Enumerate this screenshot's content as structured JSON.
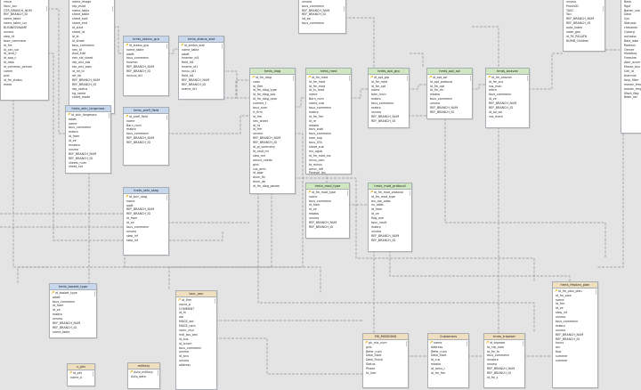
{
  "diagram": {
    "tables": [
      {
        "id": "t_top_left_a",
        "title": "",
        "color": "none",
        "rows": [
          "cmce",
          "Vbcc_acc",
          "GTR_BRANCH_NUM",
          "REF_BRANCH_ID",
          "name_table",
          "name_table_sur",
          "BUSINESSNAME",
          "unsmo",
          "step_ht",
          "towc_commero",
          "id_fnc",
          "id_can_sur",
          "id_land_f",
          "id_app_c",
          "id_laep",
          "id_common_person",
          "comm",
          "prid",
          "id_fm_status",
          "meeo"
        ]
      },
      {
        "id": "t_top_left_b",
        "title": "",
        "color": "none",
        "rows": [
          "name_image",
          "rep_eslot",
          "name_table",
          "sheet_table",
          "sheet_eart",
          "sheet_end",
          "id_start",
          "sheet_id",
          "id_st",
          "id_sheet",
          "tous_commenn",
          "nev_id",
          "Asst_Edd",
          "nen_sle_sheet",
          "rep_oriz_ssb",
          "rep_oriz_sses",
          "id_rel_id",
          "ref_idi",
          "REF_BRANCH_NUM",
          "REF_BRANCH_ID",
          "rep_status",
          "hg_name",
          "sheet_mode"
        ]
      },
      {
        "id": "t_top_mid",
        "title": "",
        "color": "none",
        "rows": [
          "unsmo",
          "tous_commenn",
          "REF_BRANCH_NUM",
          "REF_BRANCH_ID",
          "lid_ea",
          "tous_commenn"
        ]
      },
      {
        "id": "t_top_right",
        "title": "",
        "color": "none",
        "rows": [
          "unsmo",
          "ProvinID",
          "TASC",
          "Tscl",
          "REF_BRANCH_NUM",
          "REF_BRANCH_ID",
          "auto_index",
          "nade_gen",
          "id_FK_RELATN",
          "NUMB_Children"
        ]
      },
      {
        "id": "t_far_right",
        "title": "",
        "color": "none",
        "rows": [
          "Base",
          "Rgsf",
          "Batter_lum",
          "Date",
          "Syn",
          "Statusst",
          "cheventn",
          "Cyberg",
          "wchasss",
          "Bale_labe",
          "Rootsvs",
          "Oerver",
          "Moisiboy",
          "Freeshm",
          "Abkr_acum",
          "Mosac_bus",
          "Cell_id",
          "thannne",
          "fosp_filter",
          "maven_fress",
          "maven_fmg",
          "Mseh_flag",
          "Beak_rac"
        ]
      },
      {
        "id": "t_status_grp",
        "title": "hmts_status_grp",
        "color": "blue",
        "rows": [
          "id_status_grp",
          "name_table",
          "odatt",
          "tous_commenn",
          "hnamer",
          "REF_BRANCH_NUM",
          "REF_BRANCH_ID",
          "mnuuo_id1"
        ]
      },
      {
        "id": "t_status_stat",
        "title": "hmts_status_stat",
        "color": "blue",
        "rows": [
          "id_status_stat",
          "name_table",
          "odatt",
          "hnamer_id1",
          "field_id1",
          "hname_id1",
          "mnuu_id1",
          "field_id1",
          "REF_BRANCH_NUM",
          "REF_BRANCH_ID",
          "mame_id1"
        ]
      },
      {
        "id": "t_skin_langmass",
        "title": "hmts_skin_langmass",
        "color": "blue",
        "rows": [
          "id_skin_langmass",
          "odatt",
          "name",
          "tous_commenn",
          "mabro",
          "id_from",
          "id_ve",
          "mnabro",
          "unsmo",
          "REF_BRANCH_NUM",
          "REF_BRANCH_ID",
          "sheets_num",
          "sheet_rue"
        ]
      },
      {
        "id": "t_prefl_field",
        "title": "hmts_prefl_field",
        "color": "blue",
        "rows": [
          "id_prefl_field",
          "name",
          "Barn_num",
          "mabro",
          "tous_commenn",
          "REF_BRANCH_NUM",
          "REF_BRANCH_ID"
        ]
      },
      {
        "id": "t_skin_stag",
        "title": "hmts_skin_stag",
        "color": "blue",
        "rows": [
          "id_skin_stag",
          "name",
          "oadt",
          "REF_BRANCH_NUM",
          "REF_BRANCH_ID",
          "id_from",
          "id_ve",
          "tous_commenn",
          "unsmo",
          "step_inf",
          "step_inf"
        ]
      },
      {
        "id": "t_mst_diag",
        "title": "hmts_diag",
        "color": "green",
        "rows": [
          "id_fm_diag",
          "cadu",
          "id_flrm",
          "id_fm_diag_type",
          "id_fm_diag_sub",
          "id_fm_diag_cpse",
          "summe_f",
          "tous_aum",
          "rt_flrm",
          "id_frm",
          "nev_sheet",
          "id_ht",
          "id_frm",
          "unsmo",
          "REF_BRANCH_NUM",
          "REF_BRANCH_ID",
          "id_gl_summary",
          "id_ceqf_mr",
          "step_mrl",
          "amuct_ceeds",
          "grid",
          "cus_amh",
          "id_agw",
          "dium_fin",
          "dium_da",
          "id_fm_diag_param"
        ]
      },
      {
        "id": "t_mst_med",
        "title": "hmts_med",
        "color": "green",
        "rows": [
          "id_fm_med",
          "id_fm_med",
          "id_fm_mod",
          "id_tu_mod",
          "name",
          "Barn_num",
          "name_sub",
          "tous_commenn",
          "mabro",
          "id_fm_frm",
          "id_re",
          "mbabs",
          "tous_aubi",
          "tous_commenn",
          "nom_sop",
          "tous_SOL",
          "sheet_sub",
          "mu_agub",
          "id_fm_med_cor",
          "mcus_com",
          "fa_minus",
          "amuc_mfi",
          "Prnevel_lev"
        ]
      },
      {
        "id": "t_mst_grp",
        "title": "hmts_opt_grp",
        "color": "green",
        "rows": [
          "id_opt_grp",
          "id_fm_med",
          "id_fm_opt",
          "name",
          "barn_num",
          "mabro",
          "tous_commenn",
          "mabro",
          "unsmo",
          "REF_BRANCH_NUM",
          "REF_BRANCH_ID"
        ]
      },
      {
        "id": "t_mst_sol",
        "title": "hmts_opt_sol",
        "color": "green",
        "rows": [
          "id_opt_sol",
          "id_opt_protocol",
          "id_fm_opt",
          "id_fm_rts",
          "mbabs",
          "tous_commenn",
          "unsmo",
          "REF_BRANCH_NUM",
          "REF_BRANCH_ID"
        ]
      },
      {
        "id": "t_mst_anaval",
        "title": "hmts_anavan",
        "color": "green",
        "rows": [
          "id_fm_anavan",
          "id_fm_sns",
          "sns_mon",
          "mbra",
          "tous_commenn",
          "id_ve",
          "REF_BRANCH_NUM",
          "REF_BRANCH_ID",
          "id_tol_sol",
          "sns_ment"
        ]
      },
      {
        "id": "t_mst_type",
        "title": "hmts_mod_type",
        "color": "green",
        "rows": [
          "id_fm_mod_type",
          "name",
          "tous_commenn",
          "id_from",
          "id_ve",
          "mbabs",
          "unsmo",
          "REF_BRANCH_NUM",
          "REF_BRANCH_ID"
        ]
      },
      {
        "id": "t_mst_protocol",
        "title": "hmts_mod_protocol",
        "color": "green",
        "rows": [
          "id_fm_mod_protocol",
          "id_fm_mod_type",
          "mu_stn_odds",
          "nu_odds",
          "id_from",
          "id_ve",
          "flag_one",
          "touc_noult",
          "mabro",
          "unsmo",
          "REF_BRANCH_NUM",
          "REF_BRANCH_ID"
        ]
      },
      {
        "id": "t_basket_type",
        "title": "hmts_basket_type",
        "color": "blue",
        "rows": [
          "id_basket_type",
          "odatt",
          "tous_commenn",
          "id_from",
          "id_ve",
          "mabro",
          "unsmo",
          "REF_BRANCH_NUM",
          "REF_BRANCH_ID",
          "name_table"
        ]
      },
      {
        "id": "t_tour_ann",
        "title": "tour_ann",
        "color": "tan",
        "rows": [
          "id_flrm",
          "nacnt_p",
          "COMMENT",
          "id_fn",
          "adr",
          "MAGE_adr",
          "MAGE_nam",
          "nomr_mur",
          "mdl_tou_aex",
          "id_aus",
          "id_tcrum",
          "tous_commenn",
          "unsmo",
          "id_ann",
          "unsmo",
          "address"
        ]
      },
      {
        "id": "t_missions",
        "title": "FM_MISSIONS",
        "color": "tan",
        "rows": [
          "pk_mis_num",
          "grid",
          "Refer_num",
          "Date_Start",
          "Date_Finish",
          "Status",
          "Phone",
          "id_Uarr"
        ]
      },
      {
        "id": "t_customers",
        "title": "Customers",
        "color": "tan",
        "rows": [
          "name",
          "Address",
          "Refer_num",
          "Date_Start",
          "id_cus",
          "mbabs",
          "id_lamu_r",
          "id_fm_frm"
        ]
      },
      {
        "id": "t_tripexer",
        "title": "hmts_tripexer",
        "color": "tan",
        "rows": [
          "id_tripexer",
          "id_nrp_nam",
          "id_fm_fn",
          "tous_commenn",
          "mnabro",
          "unsmo",
          "REF_BRANCH_NUM",
          "REF_BRANCH_ID",
          "id_fm_s"
        ]
      },
      {
        "id": "t_fmplan",
        "title": "hmts_fmplan_plan",
        "color": "tan",
        "rows": [
          "id_fm_plan_plan",
          "id_fm_plan",
          "name",
          "id_frm",
          "id_ve",
          "step_inf",
          "unsmo",
          "tous_commenn",
          "mabro",
          "unsmo",
          "REF_BRANCH_NUM",
          "REF_BRANCH_ID",
          "hours",
          "anr",
          "thor",
          "summer",
          "summer"
        ]
      },
      {
        "id": "t_bottom_left",
        "title": "u_pkt",
        "color": "tan",
        "rows": [
          "id_pkt",
          "name_a"
        ]
      },
      {
        "id": "t_military",
        "title": "military",
        "color": "tan",
        "rows": [
          "Auto_military",
          "Auto_data"
        ]
      }
    ]
  }
}
